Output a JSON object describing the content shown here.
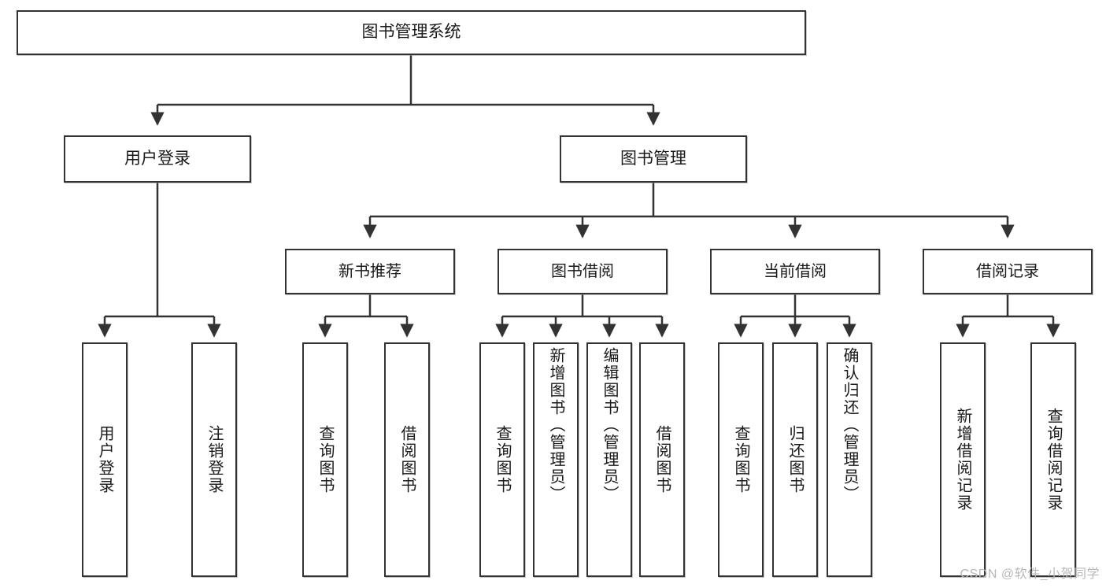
{
  "diagram": {
    "title": "图书管理系统",
    "root": {
      "label": "图书管理系统"
    },
    "level1": [
      {
        "label": "用户登录"
      },
      {
        "label": "图书管理"
      }
    ],
    "level2": [
      {
        "label": "新书推荐"
      },
      {
        "label": "图书借阅"
      },
      {
        "label": "当前借阅"
      },
      {
        "label": "借阅记录"
      }
    ],
    "leaves": {
      "user_login": [
        {
          "label": "用户登录"
        },
        {
          "label": "注销登录"
        }
      ],
      "new_book_recommend": [
        {
          "label": "查询图书"
        },
        {
          "label": "借阅图书"
        }
      ],
      "book_borrow": [
        {
          "label": "查询图书"
        },
        {
          "label": "新增图书（管理员）"
        },
        {
          "label": "编辑图书（管理员）"
        },
        {
          "label": "借阅图书"
        }
      ],
      "current_borrow": [
        {
          "label": "查询图书"
        },
        {
          "label": "归还图书"
        },
        {
          "label": "确认归还（管理员）"
        }
      ],
      "borrow_record": [
        {
          "label": "新增借阅记录"
        },
        {
          "label": "查询借阅记录"
        }
      ]
    }
  },
  "watermark": {
    "text": "CSDN @软件_小贺同学"
  },
  "colors": {
    "border": "#333333",
    "text": "#1a1a1a",
    "background": "#ffffff",
    "watermark": "#b8b8b8"
  }
}
